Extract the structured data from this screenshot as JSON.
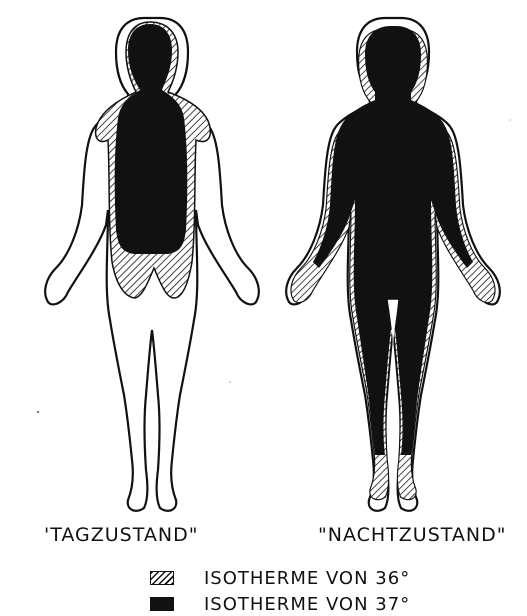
{
  "figures": [
    {
      "id": "day",
      "caption": "'TAGZUSTAND\""
    },
    {
      "id": "night",
      "caption": "\"NACHTZUSTAND\""
    }
  ],
  "legend": [
    {
      "symbol": "hatched-icon",
      "label": "ISOTHERME  VON 36°"
    },
    {
      "symbol": "solid-black-icon",
      "label": "ISOTHERME  VON 37°"
    }
  ],
  "colors": {
    "ink": "#111111",
    "paper": "#ffffff"
  }
}
